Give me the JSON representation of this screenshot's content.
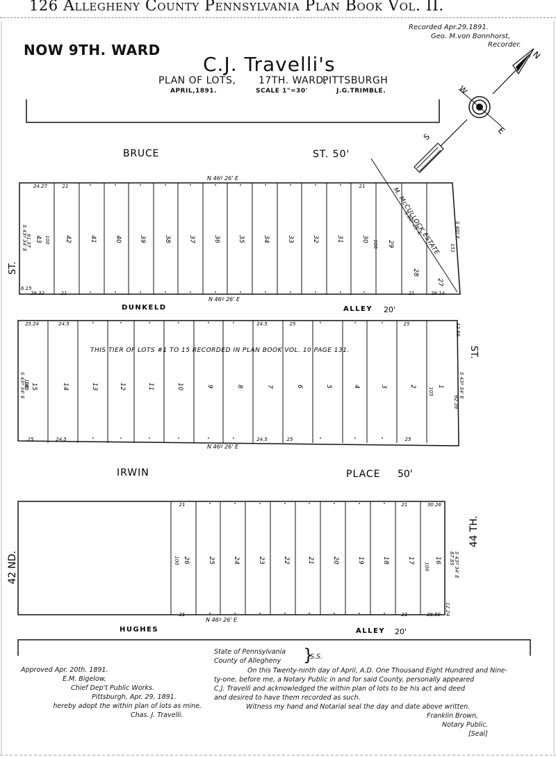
{
  "header": {
    "page_number": "126",
    "book_title": "Allegheny County Pennsylvania Plan Book Vol. II."
  },
  "recorded": {
    "line1": "Recorded Apr.29,1891.",
    "line2": "Geo. M.von Bonnhorst,",
    "line3": "Recorder."
  },
  "ward_note": "NOW 9TH. WARD",
  "plan": {
    "title": "C.J. Travelli's",
    "subtitle_left": "PLAN OF LOTS,",
    "subtitle_ward": "17TH. WARD,",
    "subtitle_city": "PITTSBURGH",
    "date": "APRIL,1891.",
    "scale": "SCALE 1\"=30'",
    "surveyor": "J.G.TRIMBLE."
  },
  "compass": {
    "n": "N",
    "e": "E",
    "s": "S",
    "w": "W"
  },
  "streets": {
    "bruce": "BRUCE",
    "bruce_st": "ST. 50'",
    "dunkeld": "DUNKELD",
    "dunkeld_alley": "ALLEY",
    "dunkeld_width": "20'",
    "irwin": "IRWIN",
    "irwin_place": "PLACE",
    "irwin_width": "50'",
    "hughes": "HUGHES",
    "hughes_alley": "ALLEY",
    "hughes_width": "20'",
    "st_left": "ST.",
    "st_right": "ST.",
    "nd42": "42 ND.",
    "th44": "44 TH."
  },
  "block1": {
    "lots": [
      "43",
      "42",
      "41",
      "40",
      "39",
      "38",
      "37",
      "36",
      "35",
      "34",
      "33",
      "32",
      "31",
      "30",
      "29",
      "28",
      "27"
    ],
    "bearing_top": "N 46º 26' E",
    "bearing_bottom": "N 46º 26' E",
    "top_labels": [
      "24.27",
      "21",
      "\"",
      "\"",
      "\"",
      "\"",
      "\"",
      "\"",
      "\"",
      "\"",
      "\"",
      "\"",
      "\"",
      "21"
    ],
    "bottom_labels": [
      "29.32",
      "21",
      "\"",
      "\"",
      "\"",
      "\"",
      "\"",
      "\"",
      "\"",
      "\"",
      "\"",
      "\"",
      "\"",
      "\"",
      "21",
      "29.14"
    ],
    "depth_labels": [
      "100",
      "100"
    ],
    "left_dims": [
      "S 43º 34' E",
      "91.37",
      "6.15"
    ],
    "right_dims": [
      "S 40º E",
      "151",
      "100"
    ],
    "estate": "M. McCULLOCK ESTATE",
    "estate_bearing": "S 80º 25' E"
  },
  "block2": {
    "lots": [
      "15",
      "14",
      "13",
      "12",
      "11",
      "10",
      "9",
      "8",
      "7",
      "6",
      "5",
      "4",
      "3",
      "2",
      "1"
    ],
    "bearing_bottom": "N 46º 26' E",
    "top_labels": [
      "25.24",
      "24.5",
      "\"",
      "\"",
      "\"",
      "\"",
      "\"",
      "\"",
      "24.5",
      "25",
      "\"",
      "\"",
      "\"",
      "25"
    ],
    "bottom_labels": [
      "25",
      "24.5",
      "\"",
      "\"",
      "\"",
      "\"",
      "\"",
      "\"",
      "24.5",
      "25",
      "\"",
      "\"",
      "\"",
      "25"
    ],
    "depth_labels": [
      "105",
      "105"
    ],
    "left_dims": [
      "S 43º 34' E",
      "106"
    ],
    "right_dims": [
      "S 43º 34' E",
      "92.39",
      "12.66"
    ],
    "note": "THIS TIER OF LOTS #1 TO 15 RECORDED IN PLAN BOOK VOL. 10 PAGE 131."
  },
  "block3": {
    "lots": [
      "26",
      "25",
      "24",
      "23",
      "22",
      "21",
      "20",
      "19",
      "18",
      "17",
      "16"
    ],
    "bearing_bottom": "N 46º 26' E",
    "top_labels": [
      "21",
      "\"",
      "\"",
      "\"",
      "\"",
      "\"",
      "\"",
      "\"",
      "\"",
      "21",
      "30.26"
    ],
    "bottom_labels": [
      "21",
      "\"",
      "\"",
      "\"",
      "\"",
      "\"",
      "\"",
      "\"",
      "\"",
      "21",
      "28.59"
    ],
    "depth_labels": [
      "100",
      "100"
    ],
    "right_dims": [
      "S 43º 34' E",
      "87.85",
      "12.24"
    ]
  },
  "approval": {
    "line1": "Approved Apr. 20th. 1891.",
    "line2": "E.M. Bigelow,",
    "line3": "Chief Dep't Public Works.",
    "line4": "Pittsburgh, Apr. 29, 1891.",
    "line5": "hereby adopt the within plan of lots as mine.",
    "line6": "Chas. J. Travelli."
  },
  "notary": {
    "state": "State of Pennsylvania",
    "county": "County of Allegheny",
    "ss": "S.S.",
    "p1": "On this Twenty-ninth day of April, A.D. One Thousand Eight Hundred and Nine-",
    "p2": "ty-one, before me, a Notary Public in and for said County, personally appeared",
    "p3": "C.J. Travelli and acknowledged the within plan of lots to be his act and deed",
    "p4": "and desired to have them recorded as such.",
    "p5": "Witness my hand and Notarial seal the day and date above written.",
    "name": "Franklin Brown,",
    "title": "Notary Public.",
    "seal": "Seal"
  }
}
